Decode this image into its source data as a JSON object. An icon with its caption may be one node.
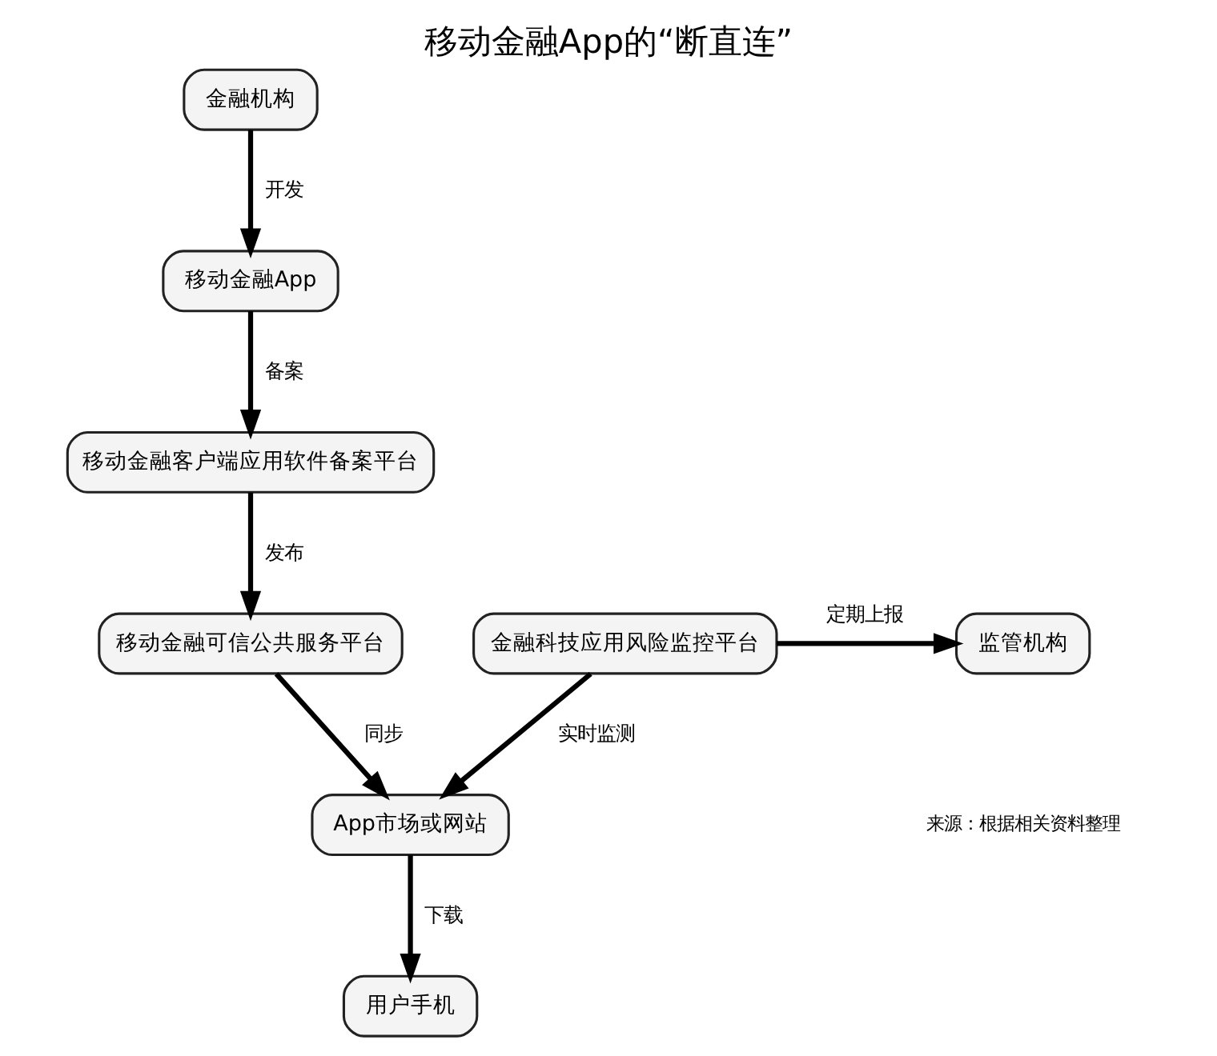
{
  "diagram": {
    "title": "移动金融App的“断直连”",
    "nodes": [
      {
        "text": [
          "金融机构"
        ]
      },
      {
        "text": [
          "移动金融App"
        ]
      },
      {
        "text": [
          "移动金融客户端应用软件备案平台"
        ]
      },
      {
        "text": [
          "移动金融可信公共服务平台"
        ]
      },
      {
        "text": [
          "App市场或网站"
        ]
      },
      {
        "text": [
          "用户手机"
        ]
      },
      {
        "text": [
          "金融科技应用风险监控平台"
        ]
      },
      {
        "text": [
          "监管机构"
        ]
      }
    ],
    "edges": [
      {
        "from": 0,
        "to": 1,
        "arrow": "to",
        "label": "开发"
      },
      {
        "from": 1,
        "to": 2,
        "arrow": "to",
        "label": "备案"
      },
      {
        "from": 2,
        "to": 3,
        "arrow": "to",
        "label": "发布"
      },
      {
        "from": 3,
        "to": 4,
        "arrow": "to",
        "label": "同步"
      },
      {
        "from": 4,
        "to": 5,
        "arrow": "to",
        "label": "下载"
      },
      {
        "from": 6,
        "to": 4,
        "arrow": "to",
        "label": "实时监测"
      },
      {
        "from": 6,
        "to": 7,
        "arrow": "to",
        "label": "定期上报"
      }
    ],
    "labels": [
      "来源：根据相关资料整理"
    ]
  }
}
